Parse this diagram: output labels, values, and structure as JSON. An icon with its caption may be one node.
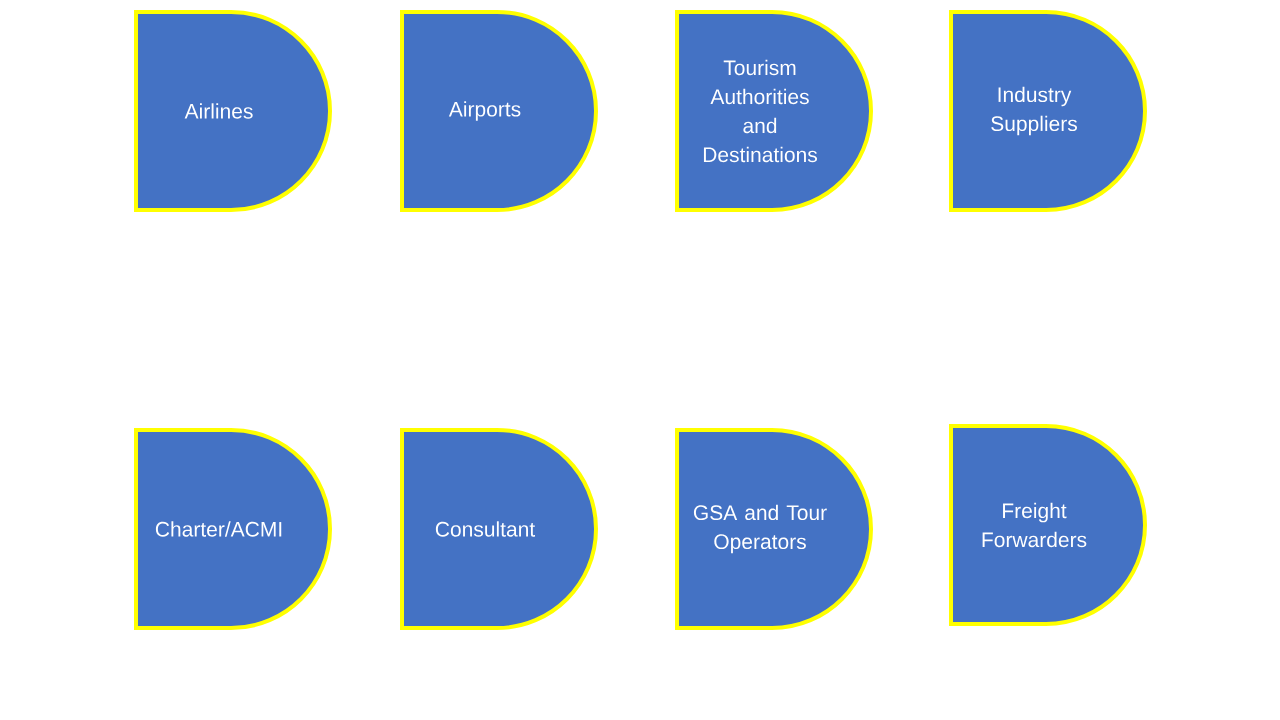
{
  "diagram": {
    "nodes": [
      {
        "text": [
          "Airlines"
        ]
      },
      {
        "text": [
          "Airports"
        ]
      },
      {
        "text": [
          "Tourism Authorities and Destinations"
        ]
      },
      {
        "text": [
          "Industry Suppliers"
        ]
      },
      {
        "text": [
          "Charter/ACMI"
        ]
      },
      {
        "text": [
          "Consultant"
        ]
      },
      {
        "text": [
          "GSA and Tour Operators"
        ]
      },
      {
        "text": [
          "Freight Forwarders"
        ]
      }
    ]
  }
}
